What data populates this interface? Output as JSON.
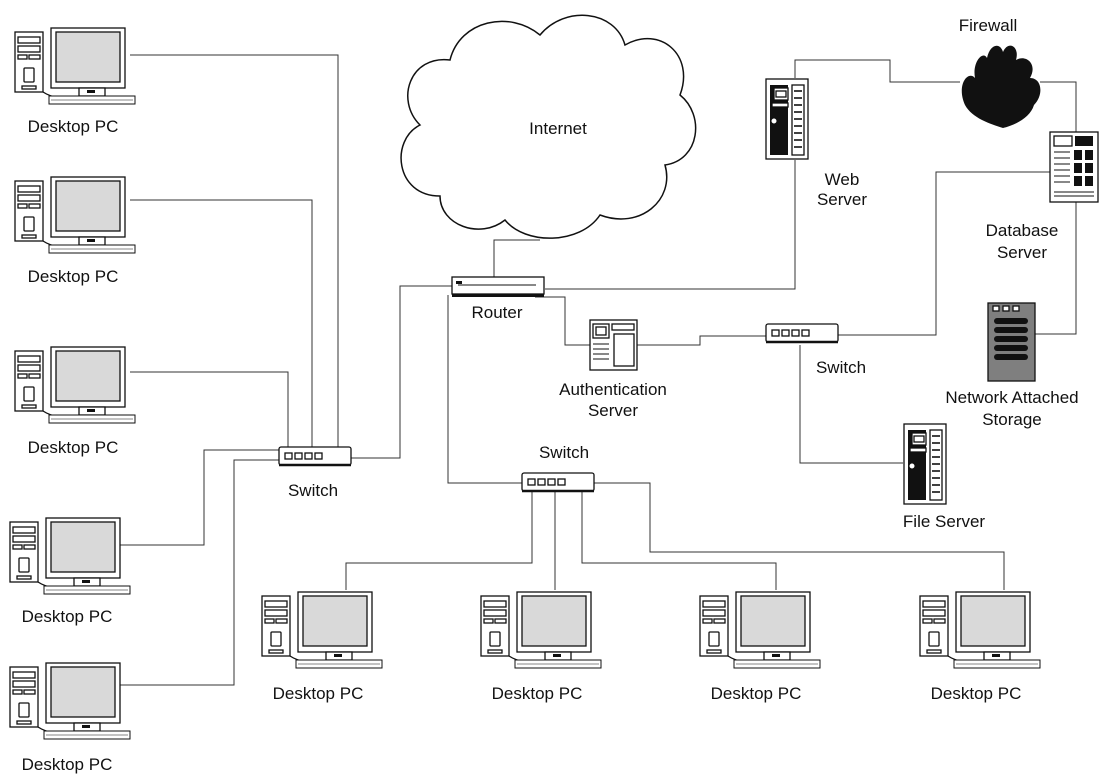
{
  "labels": {
    "internet": "Internet",
    "firewall": "Firewall",
    "web_server": [
      "Web",
      "Server"
    ],
    "database_server": [
      "Database",
      "Server"
    ],
    "router": "Router",
    "authentication_server": [
      "Authentication",
      "Server"
    ],
    "switch_left": "Switch",
    "switch_center": "Switch",
    "switch_right": "Switch",
    "nas": [
      "Network Attached",
      "Storage"
    ],
    "file_server": "File Server",
    "desktop_pc": "Desktop PC"
  },
  "desktops_left": [
    "Desktop PC",
    "Desktop PC",
    "Desktop PC",
    "Desktop PC",
    "Desktop PC"
  ],
  "desktops_bottom": [
    "Desktop PC",
    "Desktop PC",
    "Desktop PC",
    "Desktop PC"
  ],
  "icons": {
    "cloud": "cloud-icon",
    "firewall": "fire-icon",
    "server": "tower-server-icon",
    "router": "router-icon",
    "switch": "switch-icon",
    "desktop": "desktop-pc-icon",
    "nas": "storage-array-icon"
  },
  "colors": {
    "line": "#333333",
    "screen": "#d9d9d9",
    "nas_body": "#7f7f7f",
    "fill_dark": "#111111"
  }
}
